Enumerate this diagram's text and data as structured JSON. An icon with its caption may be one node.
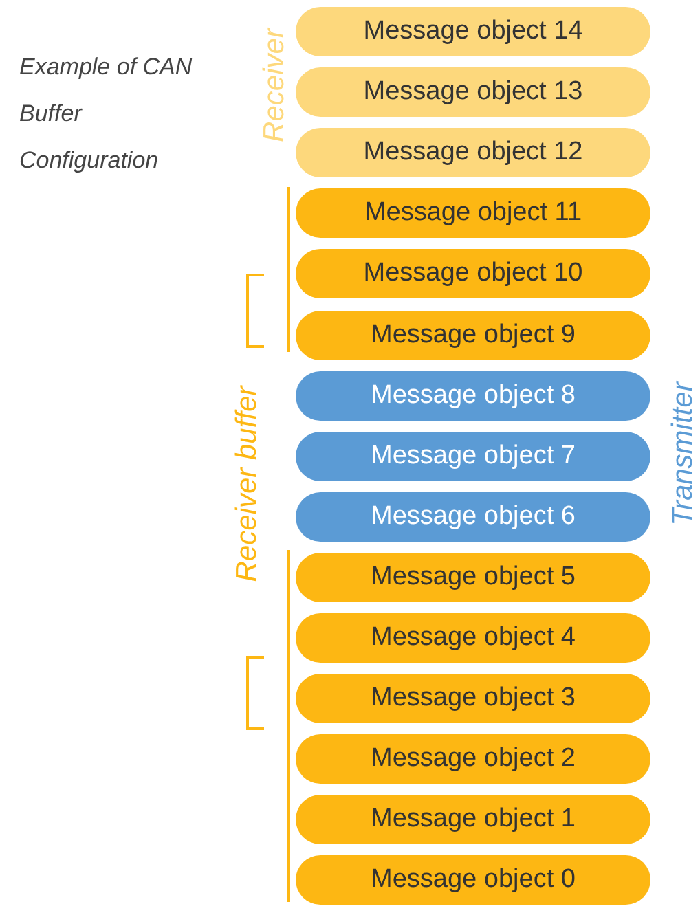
{
  "diagram": {
    "nodes": [
      {
        "text": [
          "Message object 14"
        ]
      },
      {
        "text": [
          "Message object 13"
        ]
      },
      {
        "text": [
          "Message object 12"
        ]
      },
      {
        "text": [
          "Message object 11"
        ]
      },
      {
        "text": [
          "Message object 10"
        ]
      },
      {
        "text": [
          "Message object 9"
        ]
      },
      {
        "text": [
          "Message object 8"
        ]
      },
      {
        "text": [
          "Message object 7"
        ]
      },
      {
        "text": [
          "Message object 6"
        ]
      },
      {
        "text": [
          "Message object 5"
        ]
      },
      {
        "text": [
          "Message object 4"
        ]
      },
      {
        "text": [
          "Message object 3"
        ]
      },
      {
        "text": [
          "Message object 2"
        ]
      },
      {
        "text": [
          "Message object 1"
        ]
      },
      {
        "text": [
          "Message object 0"
        ]
      }
    ],
    "edges": [],
    "labels": [
      "Example of CAN Buffer Configuration",
      "Receiver",
      "Receiver buffer",
      "Transmitter"
    ]
  }
}
